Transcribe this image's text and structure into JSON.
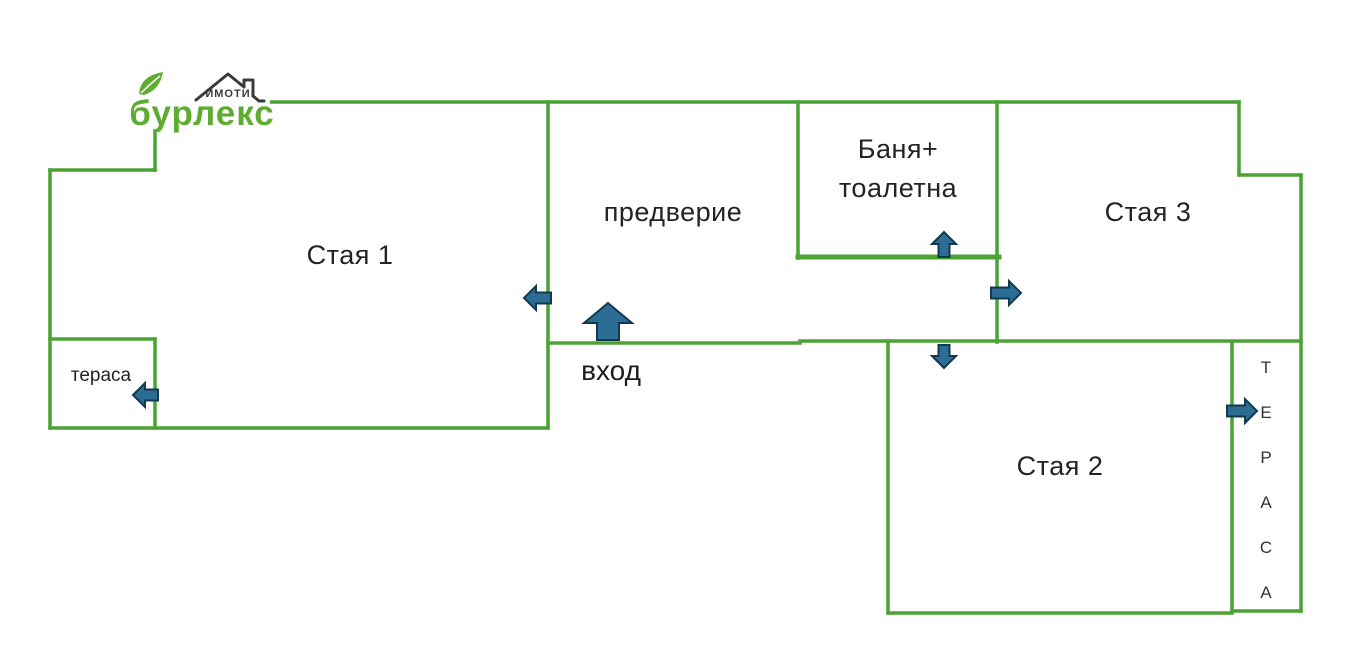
{
  "logo": {
    "brand": "бурлекс",
    "tagline": "ИМОТИ"
  },
  "colors": {
    "wall_green": "#4aa333",
    "arrow_fill": "#2b6d94",
    "arrow_stroke": "#14384d",
    "logo_green": "#5fac33",
    "label_text": "#232323"
  },
  "rooms": {
    "room1": {
      "label": "Стая 1"
    },
    "vestibule": {
      "label": "предверие"
    },
    "bathroom": {
      "label_line1": "Баня+",
      "label_line2": "тоалетна"
    },
    "room3": {
      "label": "Стая 3"
    },
    "room2": {
      "label": "Стая 2"
    },
    "terrace_left": {
      "label": "тераса"
    },
    "entrance": {
      "label": "вход"
    },
    "terrace_right": {
      "letters": [
        "Т",
        "Е",
        "Р",
        "А",
        "С",
        "А"
      ]
    }
  }
}
